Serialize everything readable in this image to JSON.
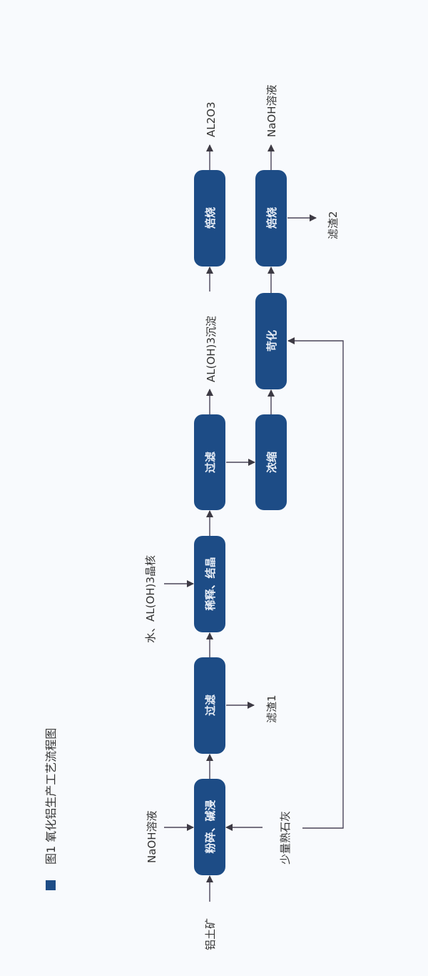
{
  "title": {
    "text": "图1 氧化铝生产工艺流程图",
    "marker_color": "#1d4c86"
  },
  "nodes": {
    "crush_leach": "粉碎、碱浸",
    "filter1": "过滤",
    "dilute_crystallize": "稀释、结晶",
    "filter2": "过滤",
    "roast1": "焙烧",
    "concentrate": "浓缩",
    "causticize": "苛化",
    "roast2": "焙烧"
  },
  "labels": {
    "bauxite": "铝土矿",
    "naoh_in": "NaOH溶液",
    "lime": "少量熟石灰",
    "residue1": "滤渣1",
    "water_seed": "水、AL(OH)3晶核",
    "aloh3_precip": "AL(OH)3沉淀",
    "al2o3": "AL2O3",
    "naoh_out": "NaOH溶液",
    "residue2": "滤渣2"
  },
  "colors": {
    "box": "#1d4c86",
    "line": "#4a4458",
    "background": "#f8fafd"
  }
}
